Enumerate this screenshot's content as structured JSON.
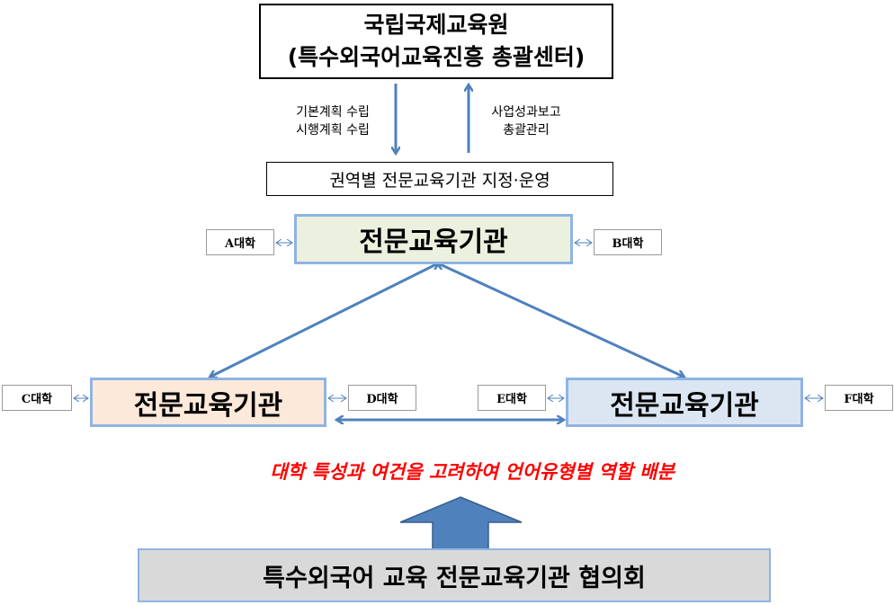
{
  "top": {
    "line1": "국립국제교육원",
    "line2": "(특수외국어교육진흥 총괄센터)"
  },
  "arrow_labels": {
    "down": [
      "기본계획 수립",
      "시행계획 수립"
    ],
    "up": [
      "사업성과보고",
      "총괄관리"
    ]
  },
  "region": "권역별 전문교육기관 지정·운영",
  "institutions": {
    "center": "전문교육기관",
    "left": "전문교육기관",
    "right": "전문교육기관"
  },
  "universities": {
    "a": "A대학",
    "b": "B대학",
    "c": "C대학",
    "d": "D대학",
    "e": "E대학",
    "f": "F대학"
  },
  "note": "대학 특성과 여건을 고려하여 언어유형별 역할 배분",
  "council": "특수외국어 교육 전문교육기관 협의회",
  "colors": {
    "arrow": "#4f81bd",
    "note": "#ff0000",
    "center_fill": "#ebf1de",
    "left_fill": "#fde9d9",
    "right_fill": "#dce6f2",
    "council_fill": "#d9d9d9"
  }
}
